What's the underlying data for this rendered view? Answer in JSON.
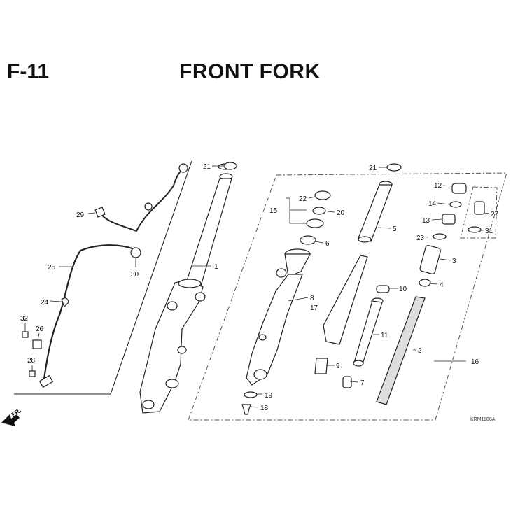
{
  "figure_code": "F-11",
  "title": "FRONT FORK",
  "image_code": "KRM1100A",
  "direction_label": "FR.",
  "callouts": {
    "c1": "1",
    "c2": "2",
    "c3": "3",
    "c4": "4",
    "c5": "5",
    "c6": "6",
    "c7": "7",
    "c8": "8",
    "c9": "9",
    "c10": "10",
    "c11": "11",
    "c12": "12",
    "c13": "13",
    "c14": "14",
    "c15": "15",
    "c16": "16",
    "c17": "17",
    "c18": "18",
    "c19": "19",
    "c20": "20",
    "c21a": "21",
    "c21b": "21",
    "c22": "22",
    "c23": "23",
    "c24": "24",
    "c25": "25",
    "c26": "26",
    "c27": "27",
    "c28": "28",
    "c29": "29",
    "c30": "30",
    "c31": "31",
    "c32": "32"
  }
}
